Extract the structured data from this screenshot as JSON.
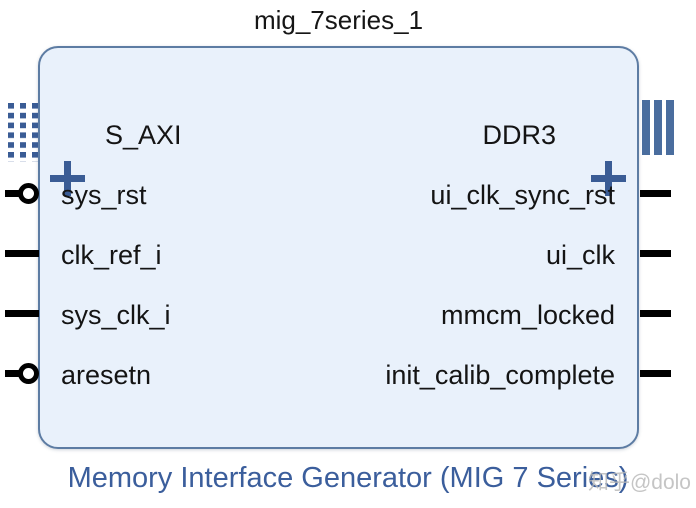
{
  "block": {
    "instance_name": "mig_7series_1",
    "caption": "Memory Interface Generator (MIG 7 Series)",
    "left_interface": {
      "name": "S_AXI",
      "expand_symbol": "+",
      "connected": false
    },
    "right_interface": {
      "name": "DDR3",
      "expand_symbol": "+",
      "connected": false
    },
    "left_ports": [
      {
        "name": "sys_rst",
        "bubble": true
      },
      {
        "name": "clk_ref_i",
        "bubble": false
      },
      {
        "name": "sys_clk_i",
        "bubble": false
      },
      {
        "name": "aresetn",
        "bubble": true
      }
    ],
    "right_ports": [
      {
        "name": "ui_clk_sync_rst"
      },
      {
        "name": "ui_clk"
      },
      {
        "name": "mmcm_locked"
      },
      {
        "name": "init_calib_complete"
      }
    ]
  },
  "watermark": "知乎@dolo",
  "colors": {
    "block_fill": "#e9f1fb",
    "block_border": "#5d7ca3",
    "icon_navy": "#3a5c95",
    "interface_bar_blue": "#4a6d9e",
    "caption_blue": "#3b5e9c",
    "pin_black": "#000000"
  }
}
